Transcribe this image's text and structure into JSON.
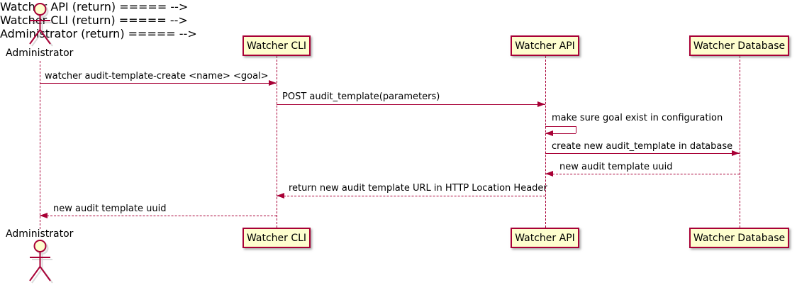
{
  "diagram": {
    "type": "uml-sequence-diagram",
    "colors": {
      "participant_fill": "#FEFECE",
      "stroke": "#A80036",
      "text": "#000000",
      "background": "#FFFFFF"
    },
    "actor": {
      "kind": "actor",
      "label": "Administrator",
      "icon": "stick-figure-actor-icon"
    },
    "participants": [
      {
        "kind": "participant",
        "label": "Watcher CLI"
      },
      {
        "kind": "participant",
        "label": "Watcher API"
      },
      {
        "kind": "participant",
        "label": "Watcher Database"
      }
    ],
    "messages": [
      {
        "from": "Administrator",
        "to": "Watcher CLI",
        "label": "watcher audit-template-create <name> <goal>",
        "line": "solid",
        "direction": "right"
      },
      {
        "from": "Watcher CLI",
        "to": "Watcher API",
        "label": "POST audit_template(parameters)",
        "line": "solid",
        "direction": "right"
      },
      {
        "from": "Watcher API",
        "to": "Watcher API",
        "label": "make sure goal exist in configuration",
        "line": "solid",
        "direction": "self"
      },
      {
        "from": "Watcher API",
        "to": "Watcher Database",
        "label": "create new audit_template in database",
        "line": "solid",
        "direction": "right"
      },
      {
        "from": "Watcher Database",
        "to": "Watcher API",
        "label": "new audit template uuid",
        "line": "dashed",
        "direction": "left"
      },
      {
        "from": "Watcher API",
        "to": "Watcher CLI",
        "label": "return new audit template URL in HTTP Location Header",
        "line": "dashed",
        "direction": "left"
      },
      {
        "from": "Watcher CLI",
        "to": "Administrator",
        "label": "new audit template uuid",
        "line": "dashed",
        "direction": "left"
      }
    ]
  }
}
